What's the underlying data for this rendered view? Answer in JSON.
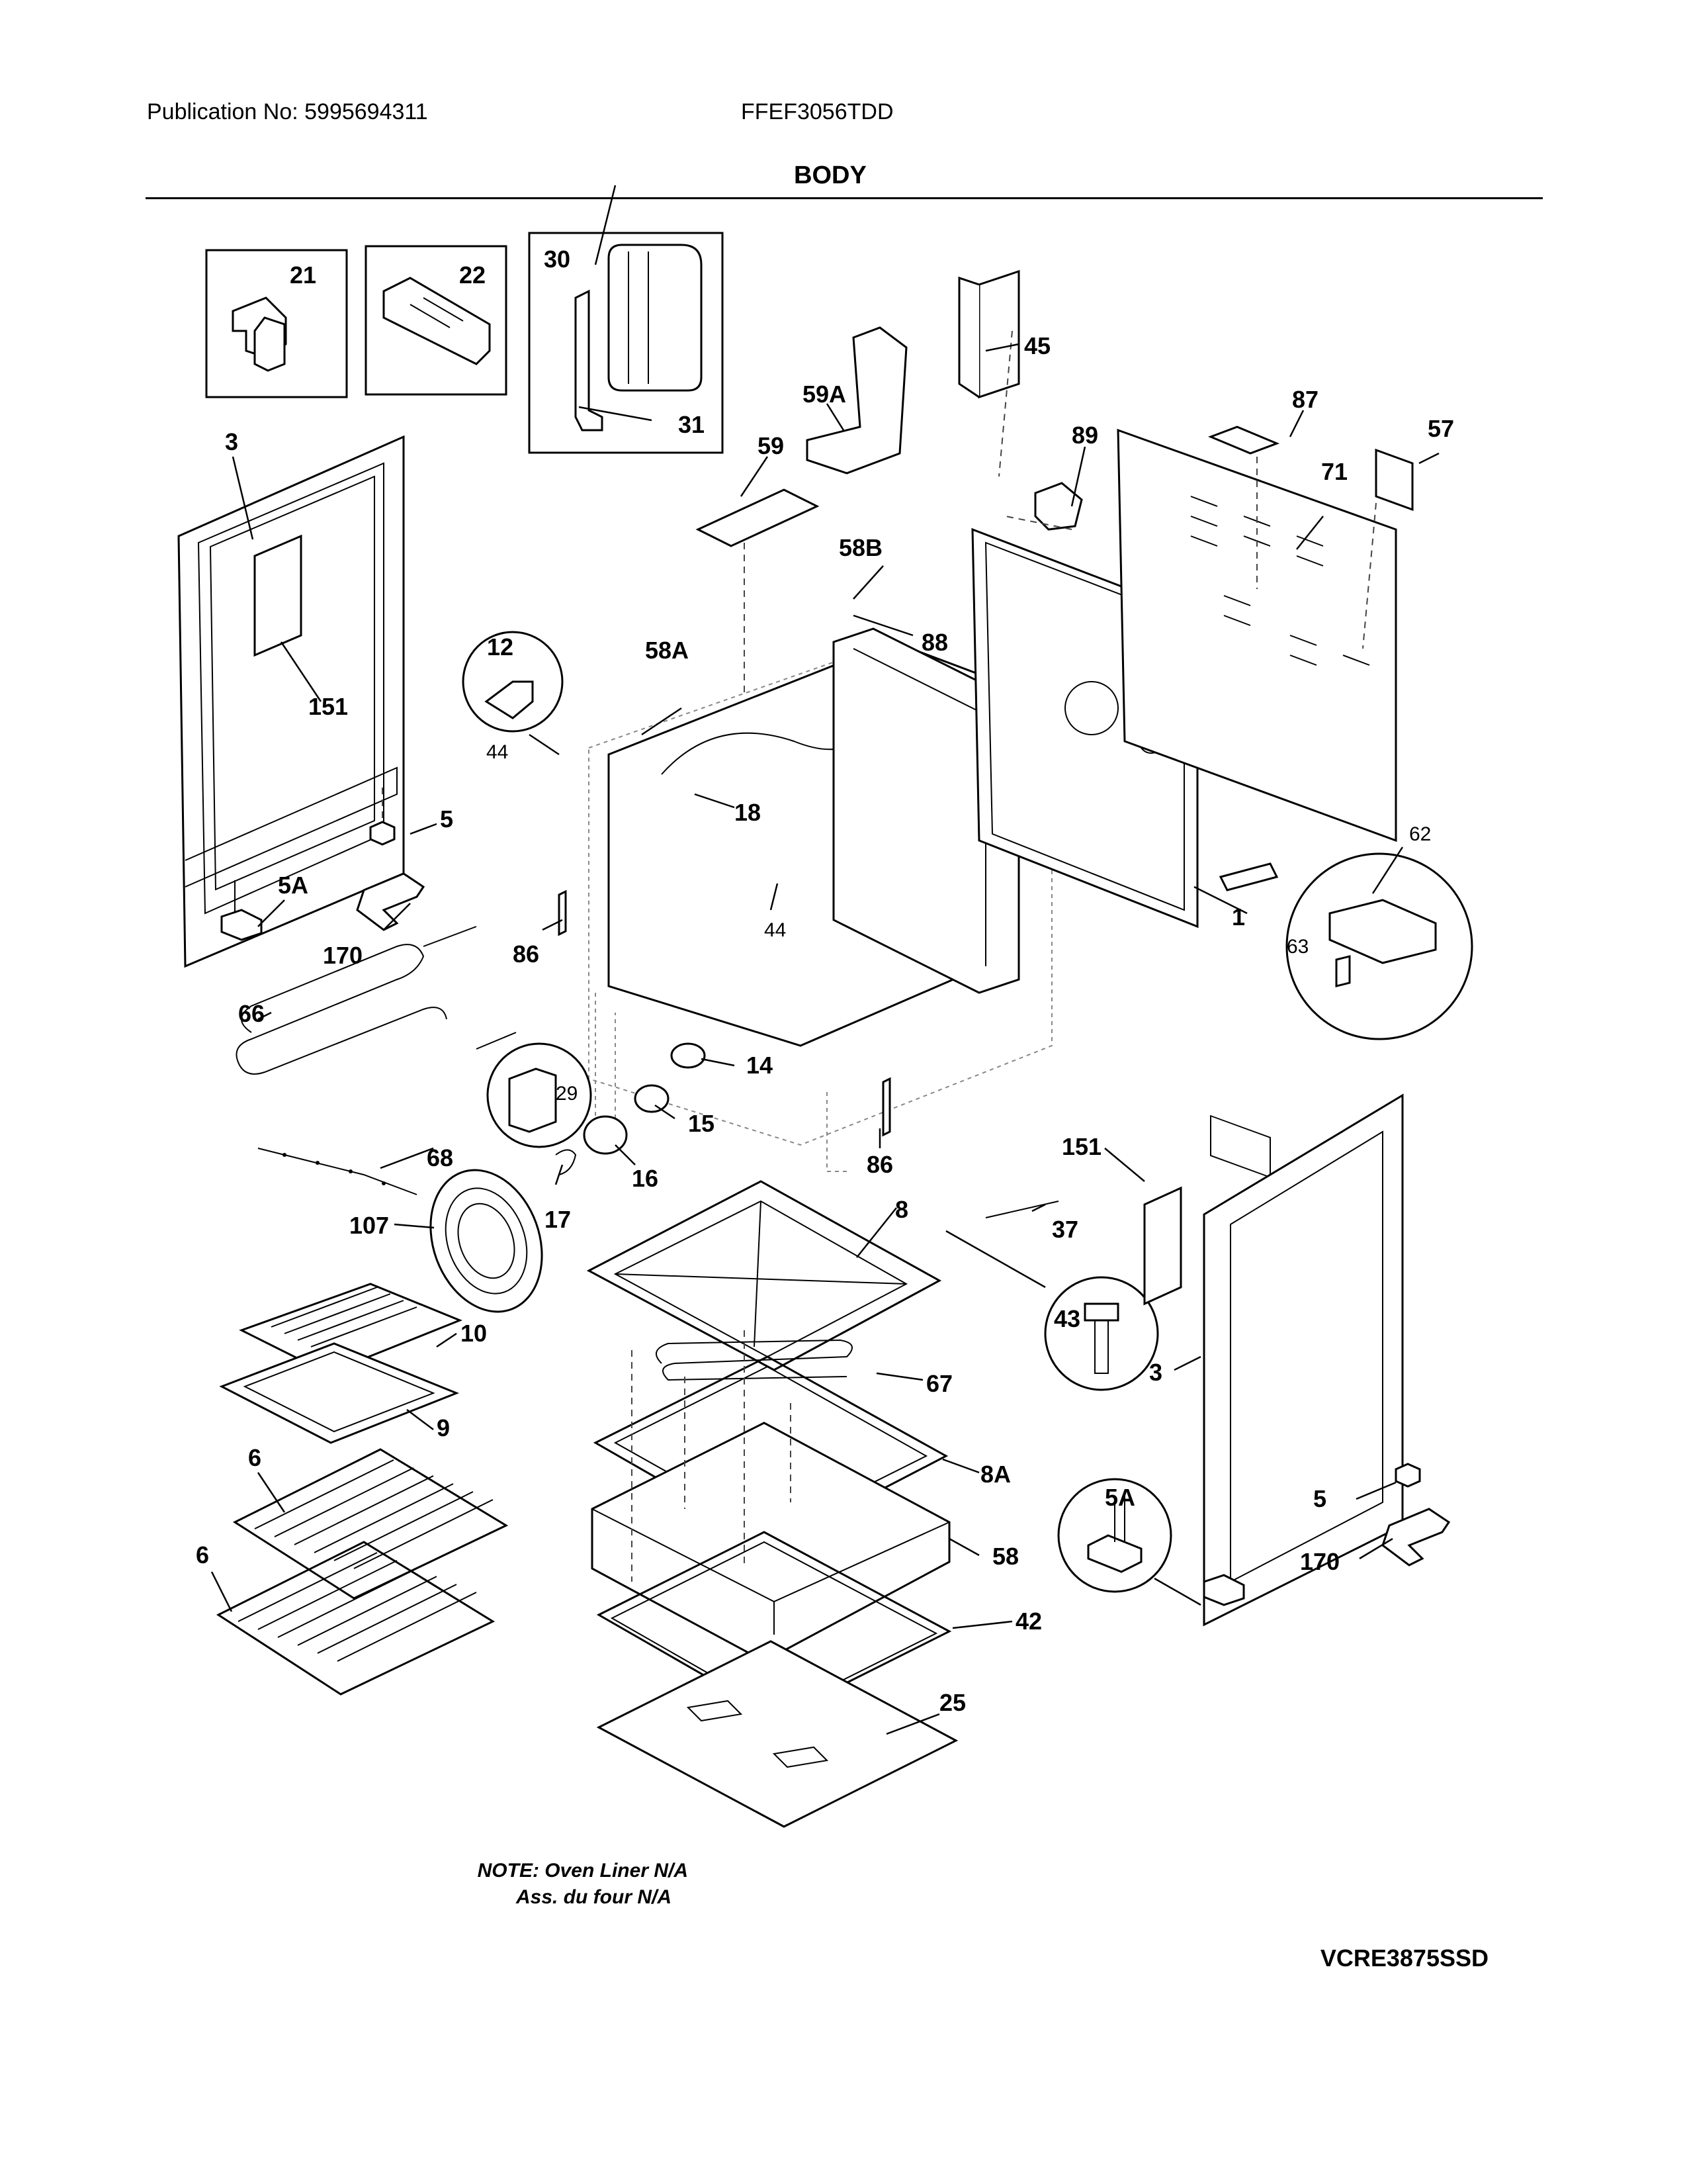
{
  "header": {
    "publication": "Publication No: 5995694311",
    "model": "FFEF3056TDD",
    "section_title": "BODY"
  },
  "callouts": {
    "c21": "21",
    "c22": "22",
    "c30": "30",
    "c31": "31",
    "c3a": "3",
    "c151a": "151",
    "c45": "45",
    "c59a": "59A",
    "c59": "59",
    "c87": "87",
    "c57": "57",
    "c89": "89",
    "c71": "71",
    "c58b": "58B",
    "c88": "88",
    "c12": "12",
    "c58a": "58A",
    "c44a": "44",
    "c18": "18",
    "c44b": "44",
    "c5a": "5",
    "c5aa": "5A",
    "c170a": "170",
    "c86a": "86",
    "c62": "62",
    "c63": "63",
    "c1": "1",
    "c66": "66",
    "c29": "29",
    "c14": "14",
    "c68": "68",
    "c15": "15",
    "c16": "16",
    "c86b": "86",
    "c17": "17",
    "c107": "107",
    "c151b": "151",
    "c37": "37",
    "c8": "8",
    "c43": "43",
    "c10": "10",
    "c67": "67",
    "c3b": "3",
    "c9": "9",
    "c8a": "8A",
    "c6a": "6",
    "c6b": "6",
    "c5b": "5",
    "c5ab": "5A",
    "c58": "58",
    "c170b": "170",
    "c42": "42",
    "c25": "25"
  },
  "footer": {
    "note_line1": "NOTE: Oven Liner N/A",
    "note_line2": "Ass. du four N/A",
    "diagram_code": "VCRE3875SSD"
  }
}
